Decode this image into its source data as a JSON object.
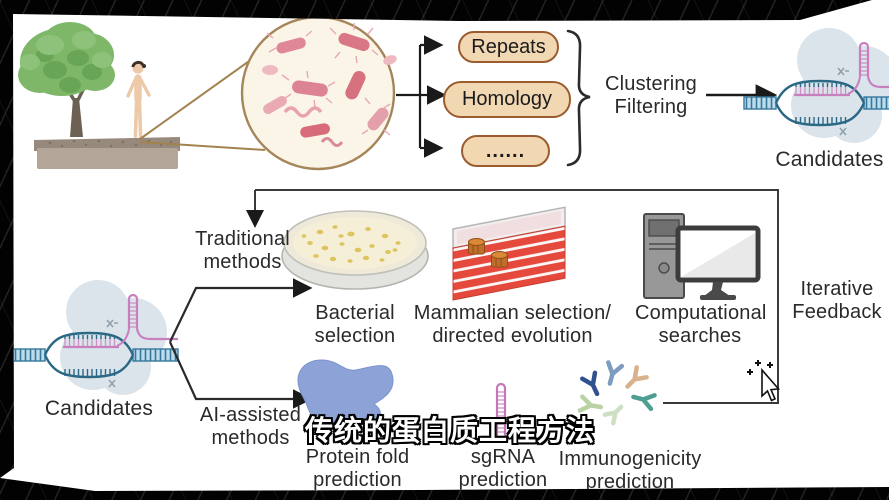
{
  "frame": {
    "subtitle": "传统的蛋白质工程方法"
  },
  "discovery": {
    "environment_icon": "tree-human-soil-illustration",
    "microbes_icon": "magnified-microbes-circle",
    "filters": [
      {
        "label": "Repeats"
      },
      {
        "label": "Homology"
      },
      {
        "label": "......"
      }
    ],
    "process_label": "Clustering\nFiltering",
    "candidates_label": "Candidates"
  },
  "selection": {
    "candidates_label": "Candidates",
    "traditional": {
      "label": "Traditional\nmethods",
      "items": [
        {
          "label": "Bacterial\nselection",
          "icon": "petri-dish"
        },
        {
          "label": "Mammalian selection/\ndirected evolution",
          "icon": "cell-culture-flasks"
        },
        {
          "label": "Computational\nsearches",
          "icon": "desktop-computer"
        }
      ]
    },
    "ai": {
      "label": "AI-assisted\nmethods",
      "items": [
        {
          "label": "Protein fold\nprediction",
          "icon": "protein-blob"
        },
        {
          "label": "sgRNA\nprediction",
          "icon": "rna-hairpin"
        },
        {
          "label": "Immunogenicity\nprediction",
          "icon": "antibody-cluster"
        }
      ]
    },
    "feedback_label": "Iterative\nFeedback"
  },
  "colors": {
    "pill_fill": "#F2D7B3",
    "pill_border": "#9A5C2E",
    "label_text": "#2A2A2A",
    "dna_blue": "#2A6886",
    "dna_ribbon": "#BCDCEC",
    "rna_pink": "#C77FBE",
    "protein_blue": "#8DA3D7",
    "flask_red": "#E5493B",
    "microbe_pink": "#DF8795",
    "subtitle_text": "#FFFFFF"
  }
}
